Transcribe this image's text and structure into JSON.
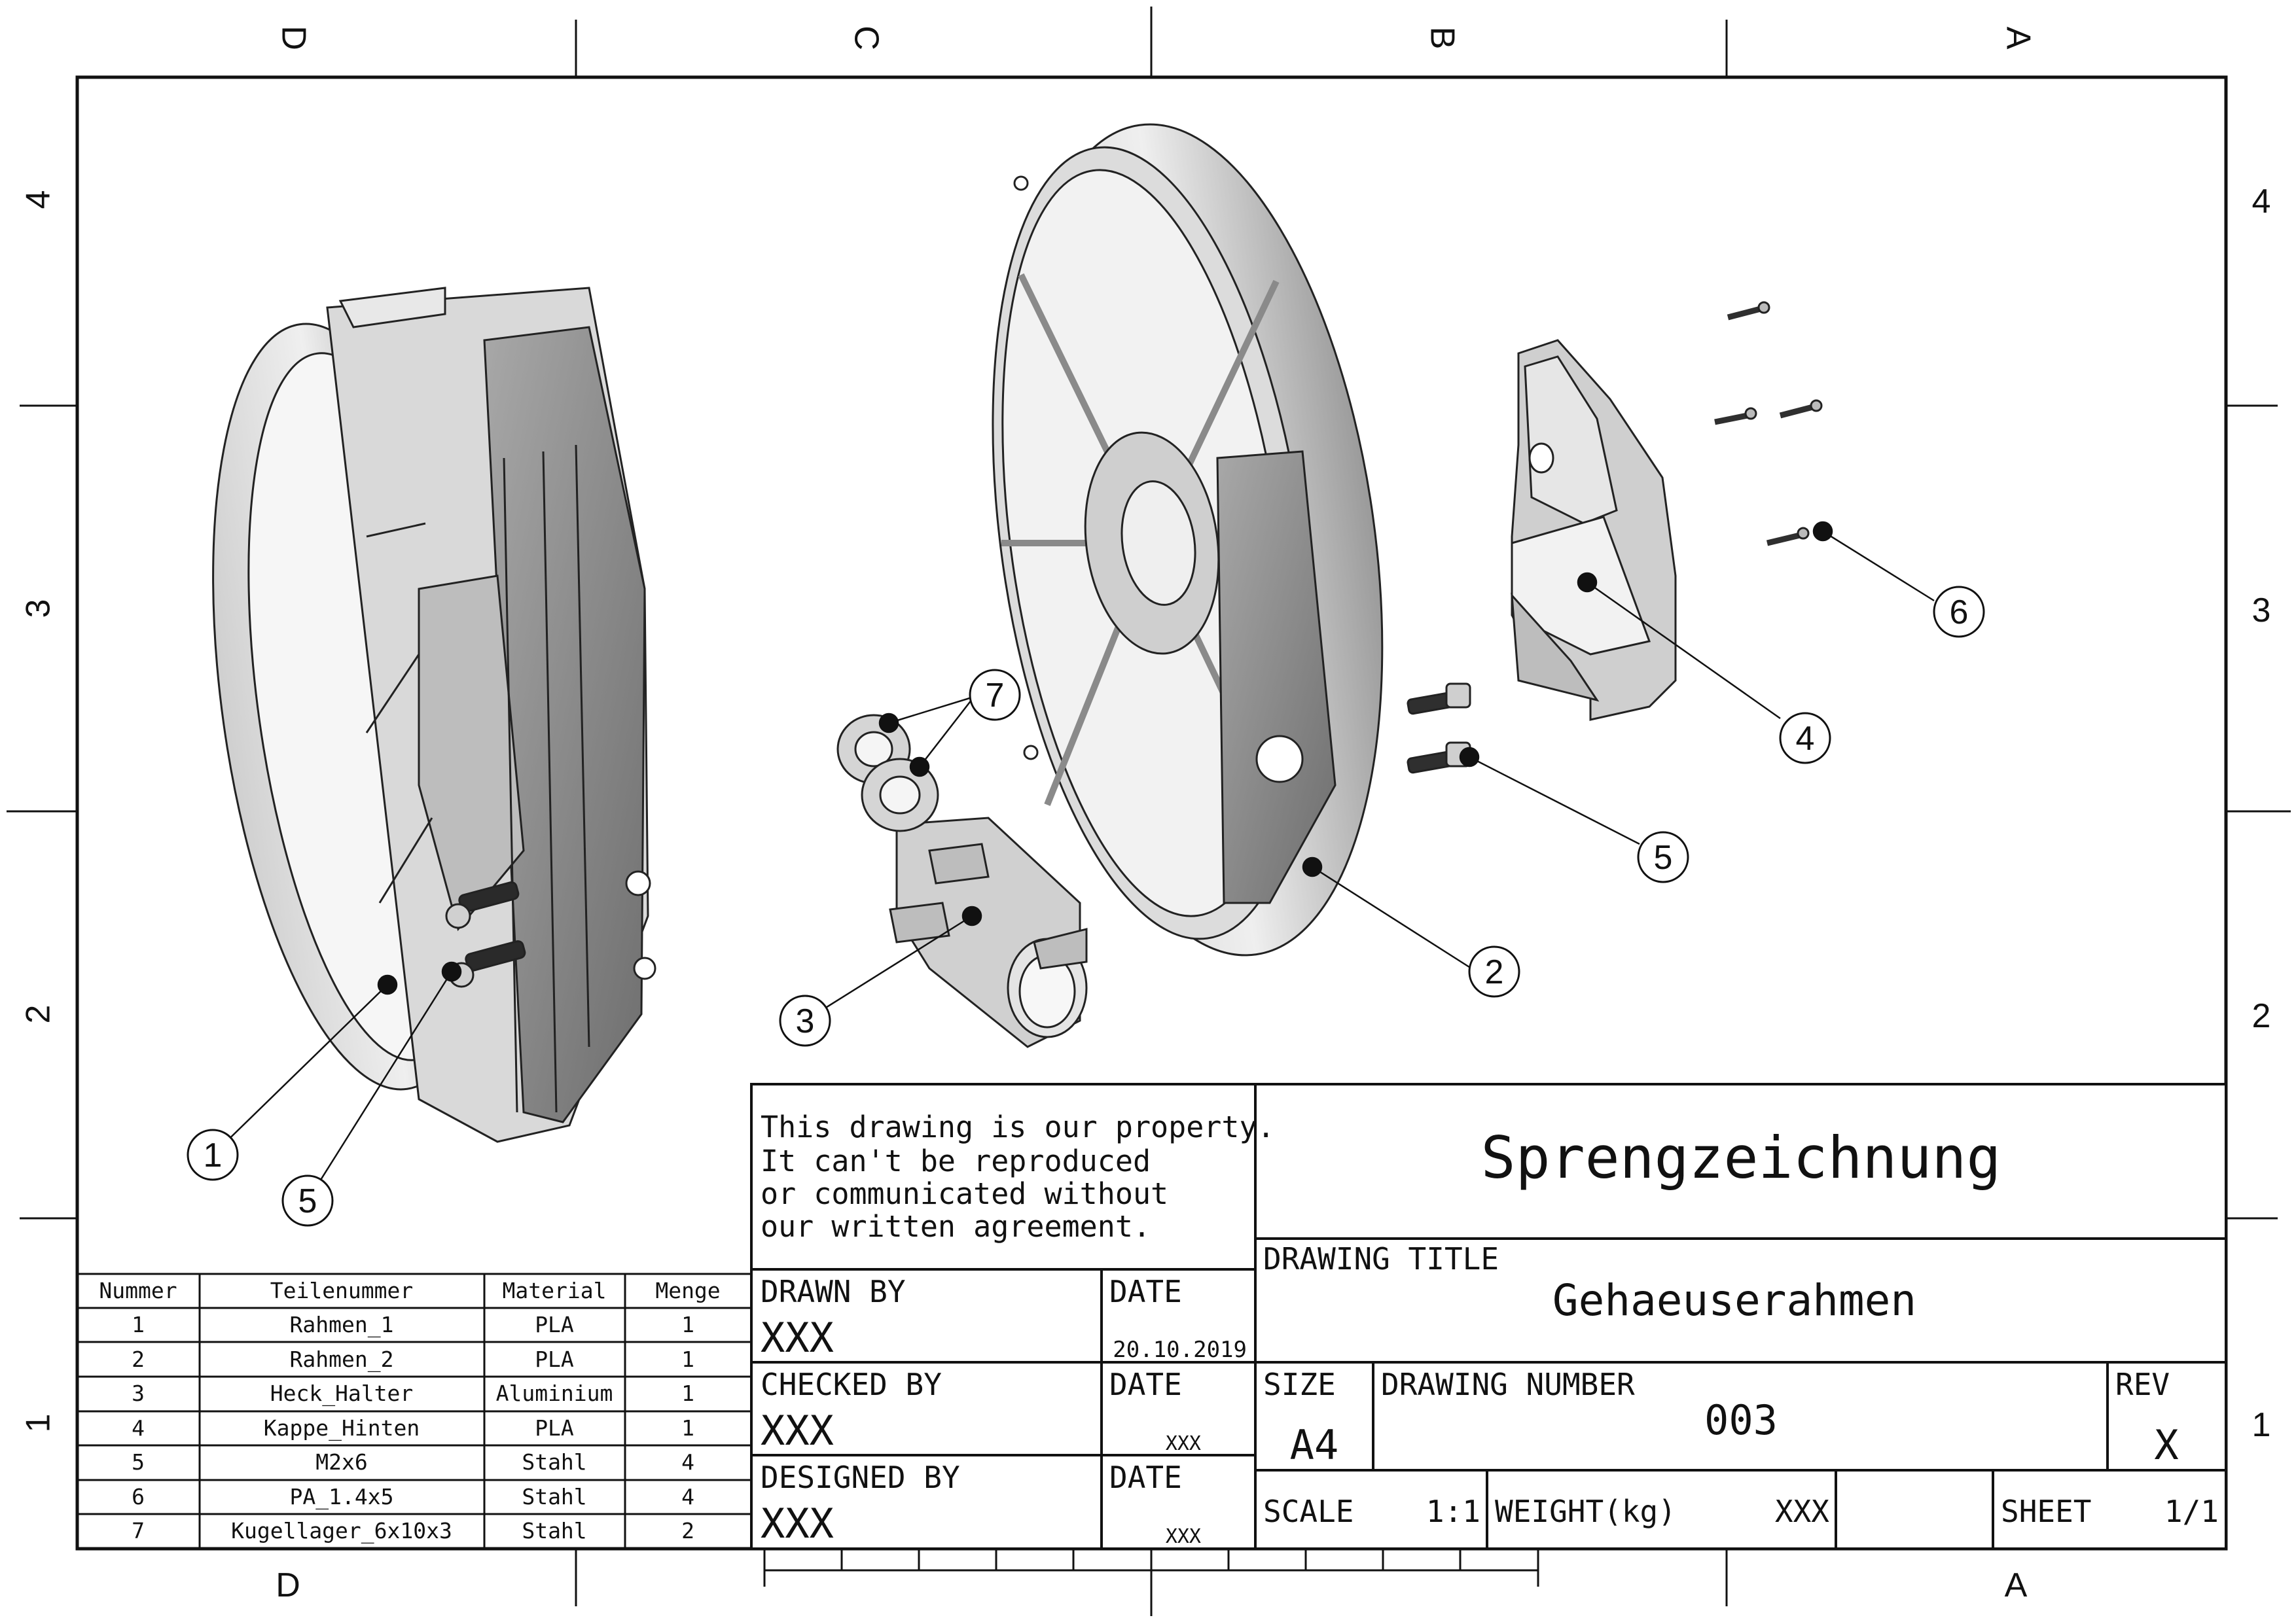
{
  "zones": {
    "columns": [
      "D",
      "C",
      "B",
      "A"
    ],
    "rows": [
      "4",
      "3",
      "2",
      "1"
    ]
  },
  "bom": {
    "headers": [
      "Nummer",
      "Teilenummer",
      "Material",
      "Menge"
    ],
    "rows": [
      [
        "1",
        "Rahmen_1",
        "PLA",
        "1"
      ],
      [
        "2",
        "Rahmen_2",
        "PLA",
        "1"
      ],
      [
        "3",
        "Heck_Halter",
        "Aluminium",
        "1"
      ],
      [
        "4",
        "Kappe_Hinten",
        "PLA",
        "1"
      ],
      [
        "5",
        "M2x6",
        "Stahl",
        "4"
      ],
      [
        "6",
        "PA_1.4x5",
        "Stahl",
        "4"
      ],
      [
        "7",
        "Kugellager_6x10x3",
        "Stahl",
        "2"
      ]
    ]
  },
  "callouts": [
    "1",
    "5",
    "3",
    "7",
    "2",
    "5",
    "4",
    "6"
  ],
  "title_block": {
    "notice": [
      "This drawing is our property.",
      "It can't be reproduced",
      "or communicated without",
      "our written agreement."
    ],
    "main_title": "Sprengzeichnung",
    "drawing_title_label": "DRAWING TITLE",
    "drawing_title": "Gehaeuserahmen",
    "drawn_by_label": "DRAWN BY",
    "drawn_by": "XXX",
    "drawn_date_label": "DATE",
    "drawn_date": "20.10.2019",
    "checked_by_label": "CHECKED BY",
    "checked_by": "XXX",
    "checked_date_label": "DATE",
    "checked_date": "XXX",
    "designed_by_label": "DESIGNED BY",
    "designed_by": "XXX",
    "designed_date_label": "DATE",
    "designed_date": "XXX",
    "size_label": "SIZE",
    "size": "A4",
    "drawing_number_label": "DRAWING NUMBER",
    "drawing_number": "003",
    "rev_label": "REV",
    "rev": "X",
    "scale_label": "SCALE",
    "scale": "1:1",
    "weight_label": "WEIGHT(kg)",
    "weight": "XXX",
    "sheet_label": "SHEET",
    "sheet": "1/1"
  }
}
